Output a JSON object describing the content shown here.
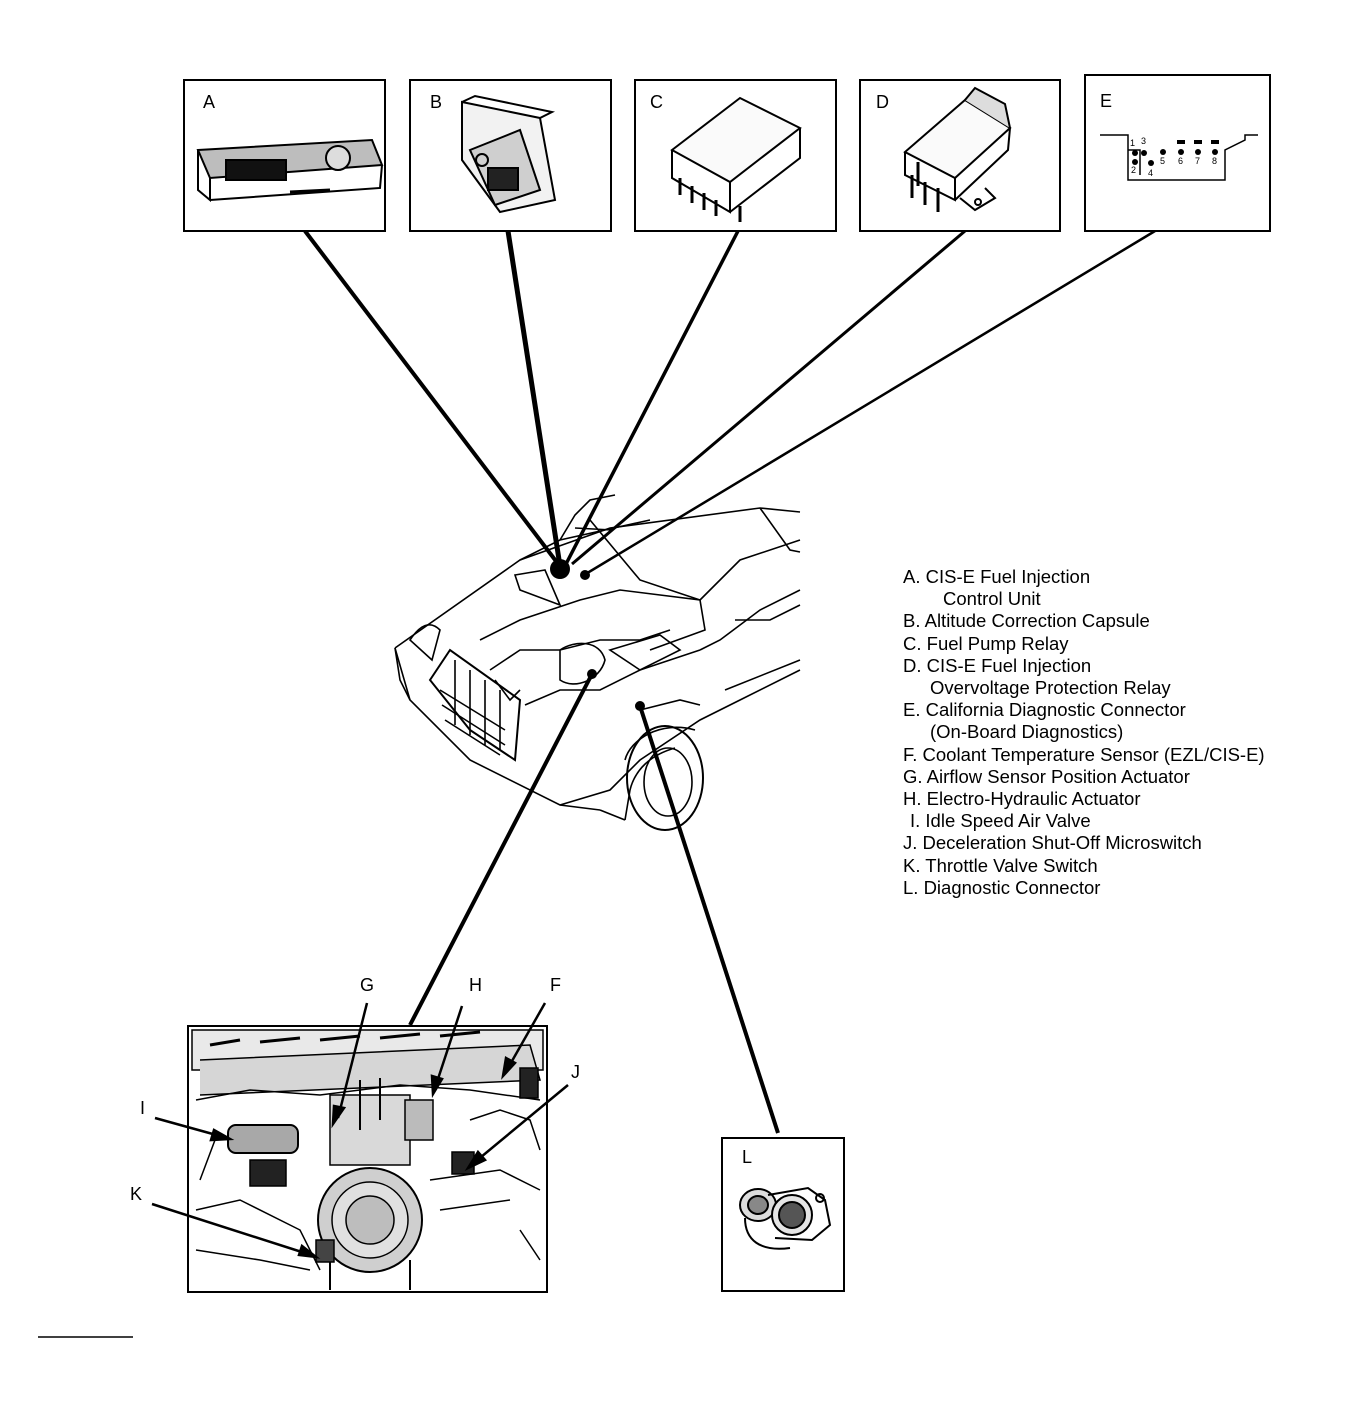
{
  "boxes": {
    "a": "A",
    "b": "B",
    "c": "C",
    "d": "D",
    "e": "E",
    "l": "L"
  },
  "connector_pins": [
    "1",
    "3",
    "2",
    "4",
    "5",
    "6",
    "7",
    "8"
  ],
  "callouts": {
    "g": "G",
    "h": "H",
    "f": "F",
    "j": "J",
    "i": "I",
    "k": "K"
  },
  "legend": [
    {
      "line": "A. CIS-E Fuel Injection",
      "cont": "Control Unit"
    },
    {
      "line": "B. Altitude Correction Capsule"
    },
    {
      "line": "C. Fuel Pump Relay"
    },
    {
      "line": "D. CIS-E Fuel Injection",
      "cont": "Overvoltage Protection Relay"
    },
    {
      "line": "E. California Diagnostic Connector",
      "cont": "(On-Board Diagnostics)"
    },
    {
      "line": "F. Coolant Temperature Sensor (EZL/CIS-E)"
    },
    {
      "line": "G. Airflow Sensor Position Actuator"
    },
    {
      "line": "H. Electro-Hydraulic Actuator"
    },
    {
      "line": "I. Idle Speed Air Valve"
    },
    {
      "line": "J. Deceleration Shut-Off Microswitch"
    },
    {
      "line": "K. Throttle Valve Switch"
    },
    {
      "line": "L. Diagnostic Connector"
    }
  ]
}
